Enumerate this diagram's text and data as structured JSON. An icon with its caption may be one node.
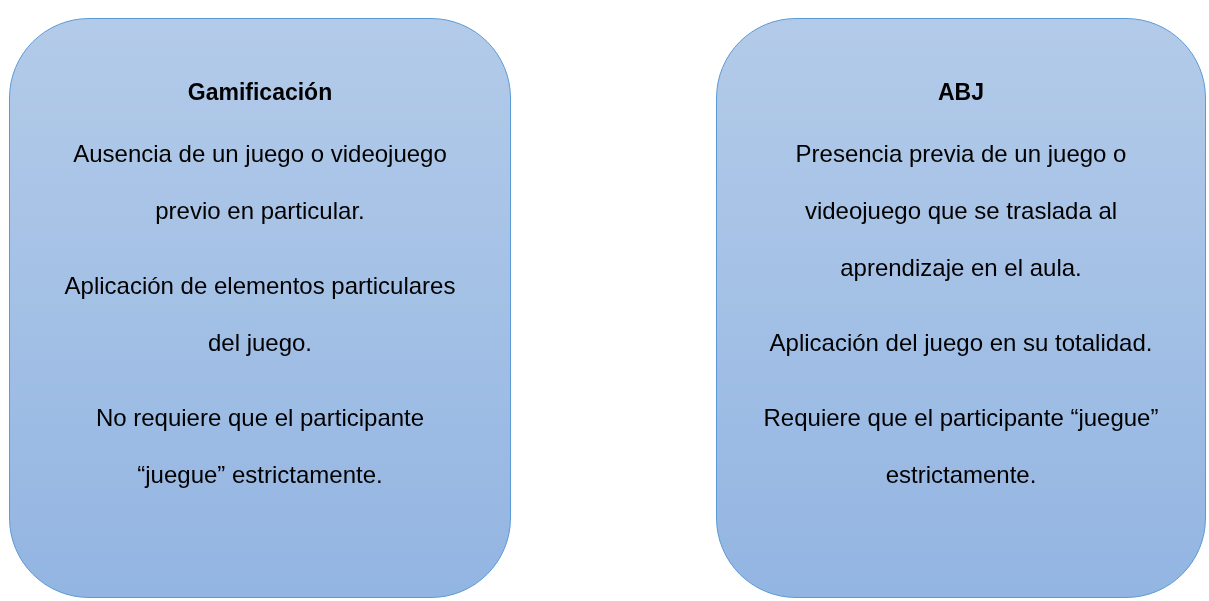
{
  "diagram": {
    "nodes": [
      {
        "text": [
          "Gamificación",
          "Ausencia de un juego o videojuego previo en particular.",
          "Aplicación de elementos particulares del juego.",
          "No requiere que el participante “juegue” estrictamente."
        ]
      },
      {
        "text": [
          "ABJ",
          "Presencia previa de un juego o videojuego que se traslada al aprendizaje en el aula.",
          "Aplicación del juego en su totalidad.",
          "Requiere que el participante “juegue” estrictamente."
        ]
      }
    ]
  }
}
